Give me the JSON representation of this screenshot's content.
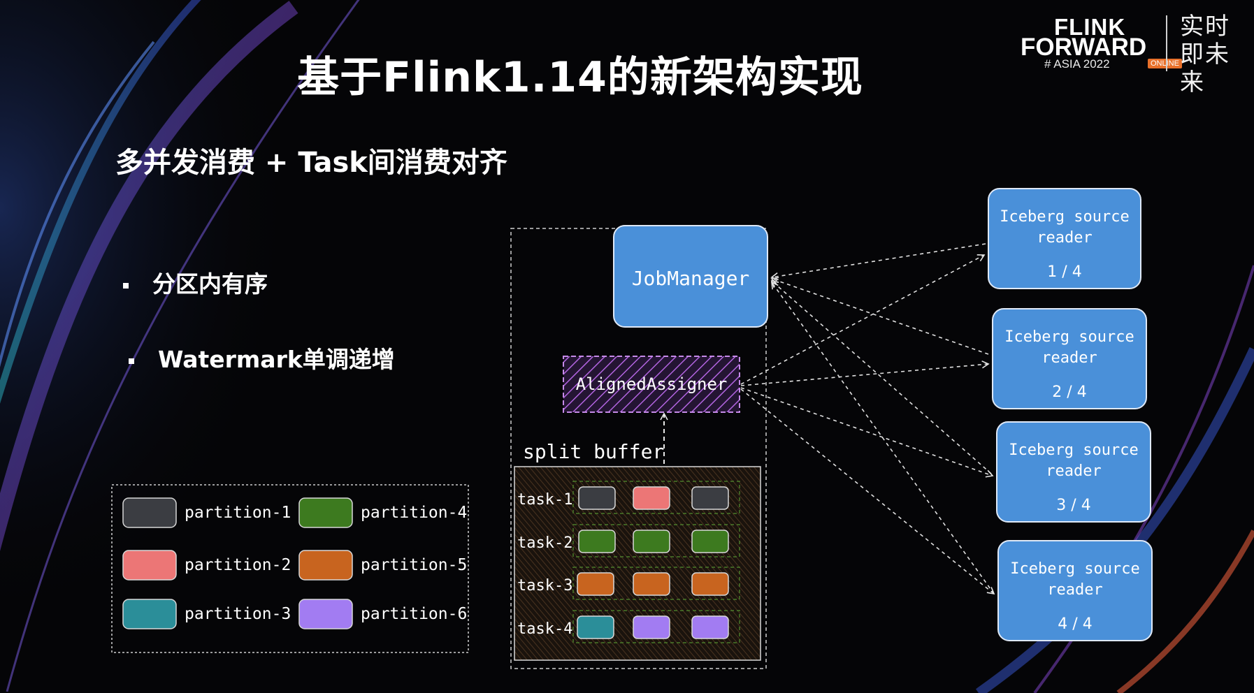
{
  "title": "基于Flink1.14的新架构实现",
  "subtitle": "多并发消费 + Task间消费对齐",
  "bullets": [
    "分区内有序",
    "Watermark单调递增"
  ],
  "logo": {
    "line1": "FLINK",
    "line2": "FORWARD",
    "line3": "# ASIA 2022",
    "badge": "ONLINE",
    "cn": "实时即未来"
  },
  "diagram": {
    "job_manager": "JobManager",
    "aligned_assigner": "AlignedAssigner",
    "split_buffer": "split buffer",
    "readers": [
      {
        "label": "Iceberg source reader",
        "fraction": "1 / 4"
      },
      {
        "label": "Iceberg source reader",
        "fraction": "2 / 4"
      },
      {
        "label": "Iceberg source reader",
        "fraction": "3 / 4"
      },
      {
        "label": "Iceberg source reader",
        "fraction": "4 / 4"
      }
    ],
    "tasks": [
      {
        "label": "task-1",
        "splits": [
          "partition-1",
          "partition-2",
          "partition-1"
        ]
      },
      {
        "label": "task-2",
        "splits": [
          "partition-4",
          "partition-4",
          "partition-4"
        ]
      },
      {
        "label": "task-3",
        "splits": [
          "partition-5",
          "partition-5",
          "partition-5"
        ]
      },
      {
        "label": "task-4",
        "splits": [
          "partition-3",
          "partition-6",
          "partition-6"
        ]
      }
    ],
    "legend": [
      {
        "label": "partition-1",
        "color": "#3b3d42"
      },
      {
        "label": "partition-4",
        "color": "#3d7a1f"
      },
      {
        "label": "partition-2",
        "color": "#ec7676"
      },
      {
        "label": "partition-5",
        "color": "#c8641f"
      },
      {
        "label": "partition-3",
        "color": "#2b8e99"
      },
      {
        "label": "partition-6",
        "color": "#a27cf2"
      }
    ],
    "colors": {
      "box_blue": "#4a90d9",
      "assigner_purple": "#b264e0",
      "buffer_brown": "#3a2a1c"
    }
  }
}
